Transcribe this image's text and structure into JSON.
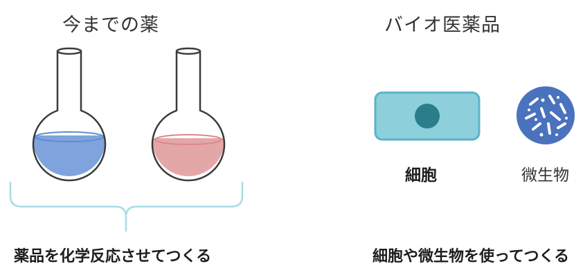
{
  "left_panel": {
    "title": "今までの薬",
    "caption": "薬品を化学反応させてつくる"
  },
  "right_panel": {
    "title": "バイオ医薬品",
    "cell_label": "細胞",
    "microbe_label": "微生物",
    "caption": "細胞や微生物を使ってつくる"
  },
  "colors": {
    "flask_outline": "#3a3a3a",
    "flask1_liquid": "#7fa3dc",
    "flask1_surface": "#5a8fd6",
    "flask2_liquid": "#e4a7a8",
    "flask2_surface": "#d98a8c",
    "brace": "#a8dce6",
    "cell_fill": "#8ecfdc",
    "cell_border": "#5ab3c6",
    "cell_nucleus": "#2c7d8c",
    "microbe_fill": "#4a72bd",
    "microbe_dots": "#ffffff"
  }
}
